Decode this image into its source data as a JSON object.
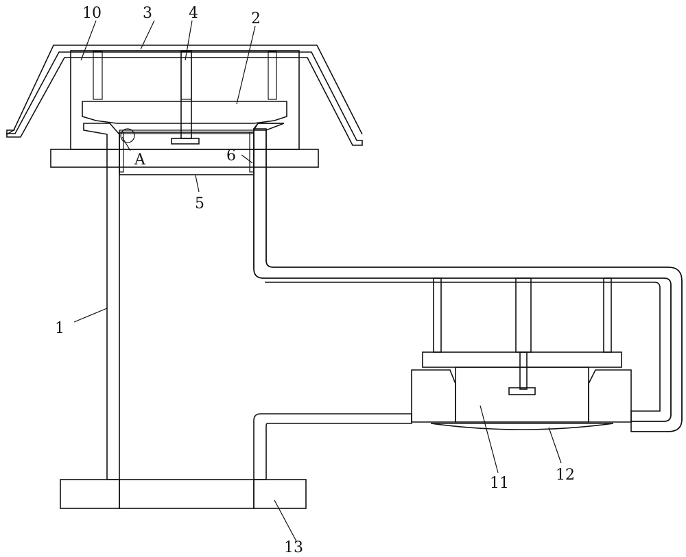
{
  "drawing": {
    "labels": {
      "l1": "1",
      "l2": "2",
      "l3": "3",
      "l4": "4",
      "l5": "5",
      "l6": "6",
      "l10": "10",
      "l11": "11",
      "l12": "12",
      "l13": "13",
      "lA": "A"
    },
    "colors": {
      "line": "#111111",
      "background": "#ffffff"
    }
  }
}
